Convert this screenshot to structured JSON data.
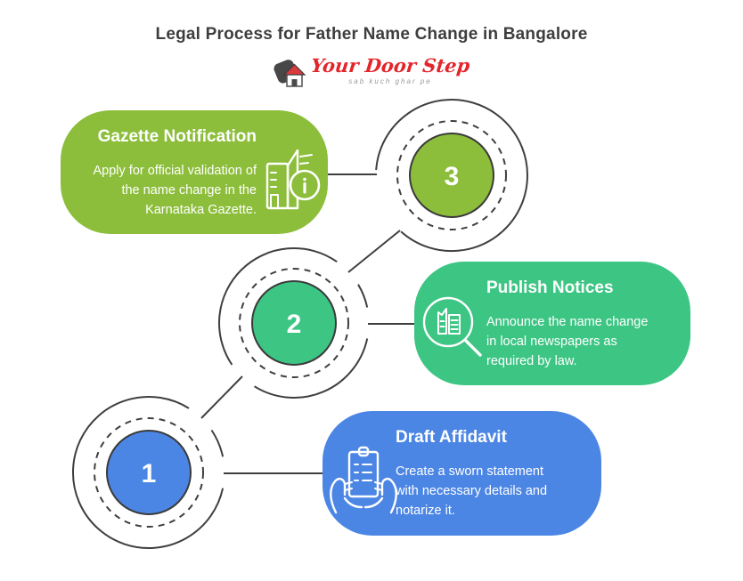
{
  "header": {
    "title": "Legal Process for Father Name Change in Bangalore",
    "logo": {
      "brand": "Your Door Step",
      "tagline": "sab kuch ghar pe"
    }
  },
  "colors": {
    "outline": "#3f3f3f",
    "step1_blue": "#4c86e4",
    "step2_green": "#3dc584",
    "step3_olive": "#8cbe3b",
    "logo_red": "#e2262b",
    "title_gray": "#3e3e3e"
  },
  "steps": [
    {
      "number": "1",
      "title": "Draft Affidavit",
      "lines": [
        "Create a sworn statement",
        "with necessary details and",
        "notarize it."
      ],
      "color": "#4c86e4",
      "icon": "clipboard-hands-icon"
    },
    {
      "number": "2",
      "title": "Publish Notices",
      "lines": [
        "Announce the name change",
        "in local newspapers as",
        "required by law."
      ],
      "color": "#3dc584",
      "icon": "newspaper-magnifier-icon"
    },
    {
      "number": "3",
      "title": "Gazette Notification",
      "lines": [
        "Apply for official validation of",
        "the name change in the",
        "Karnataka Gazette."
      ],
      "color": "#8cbe3b",
      "icon": "gazette-building-info-icon"
    }
  ]
}
